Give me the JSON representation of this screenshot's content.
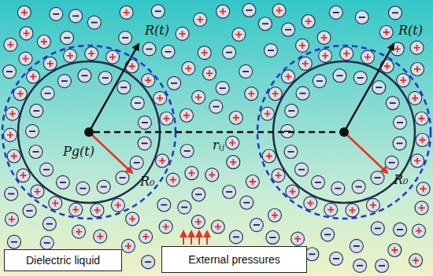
{
  "diagram": {
    "nodes": [
      {
        "text": [
          "Dielectric liquid"
        ]
      },
      {
        "text": [
          "External pressures"
        ]
      }
    ],
    "labels": [
      "R(t)",
      "R(t)",
      "R₀",
      "R₀",
      "Pg(t)",
      "rᵢⱼ"
    ]
  }
}
